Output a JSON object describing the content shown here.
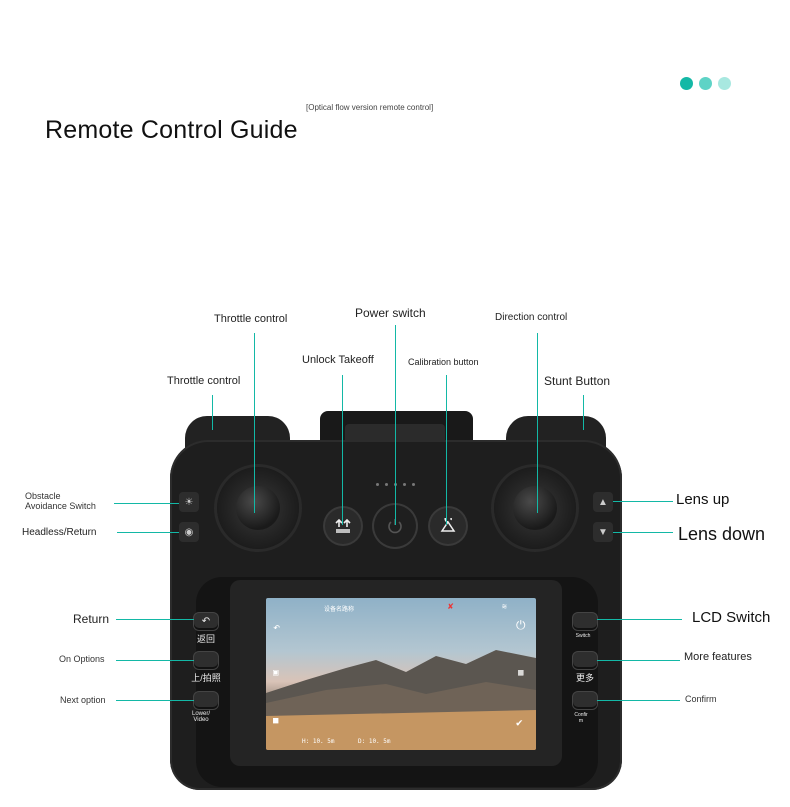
{
  "header": {
    "subtitle": "[Optical flow version remote control]",
    "title": "Remote Control Guide",
    "dots": [
      "#14b8a6",
      "#5ed3c6",
      "#a8e8e0"
    ]
  },
  "labels": {
    "throttle_top": "Throttle control",
    "power_switch": "Power switch",
    "direction_control": "Direction control",
    "unlock_takeoff": "Unlock Takeoff",
    "calibration_button": "Calibration button",
    "throttle_left": "Throttle control",
    "stunt_button": "Stunt Button",
    "obstacle_avoidance": [
      "Obstacle",
      "Avoidance Switch"
    ],
    "headless_return": "Headless/Return",
    "lens_up": "Lens up",
    "lens_down": "Lens down",
    "return": "Return",
    "on_options": "On Options",
    "next_option": "Next option",
    "lcd_switch": "LCD Switch",
    "more_features": "More features",
    "confirm": "Confirm"
  },
  "controller": {
    "left_buttons": [
      "返回",
      "上/拍照",
      "Lower/\nVideo"
    ],
    "right_buttons": [
      "Switch",
      "更多",
      "Confir\nm"
    ],
    "screen_title": "设备名路称",
    "screen_bottom_left": "H: 10. 5m",
    "screen_bottom_right": "D: 10. 5m"
  },
  "accent_color": "#13b8a6"
}
